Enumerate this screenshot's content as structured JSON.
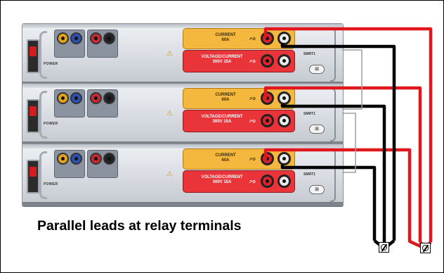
{
  "caption": "Parallel leads at relay terminals",
  "units": [
    {
      "power_label": "POWER",
      "current_title": "CURRENT",
      "current_rating": "60A",
      "vc_title": "VOLTAGE/CURRENT",
      "vc_rating": "300V    15A",
      "brand": "SMRT1"
    },
    {
      "power_label": "POWER",
      "current_title": "CURRENT",
      "current_rating": "60A",
      "vc_title": "VOLTAGE/CURRENT",
      "vc_rating": "300V    15A",
      "brand": "SMRT1"
    },
    {
      "power_label": "POWER",
      "current_title": "CURRENT",
      "current_rating": "60A",
      "vc_title": "VOLTAGE/CURRENT",
      "vc_rating": "300V    15A",
      "brand": "SMRT1"
    }
  ],
  "symbols": {
    "warning": "⚠",
    "output_glyph": "↗⊙",
    "knob_glyph": "⊠"
  },
  "colors": {
    "lead_red": "#e0171c",
    "lead_black": "#000000",
    "current_panel": "#f5b83e",
    "vc_panel": "#e9343a"
  }
}
